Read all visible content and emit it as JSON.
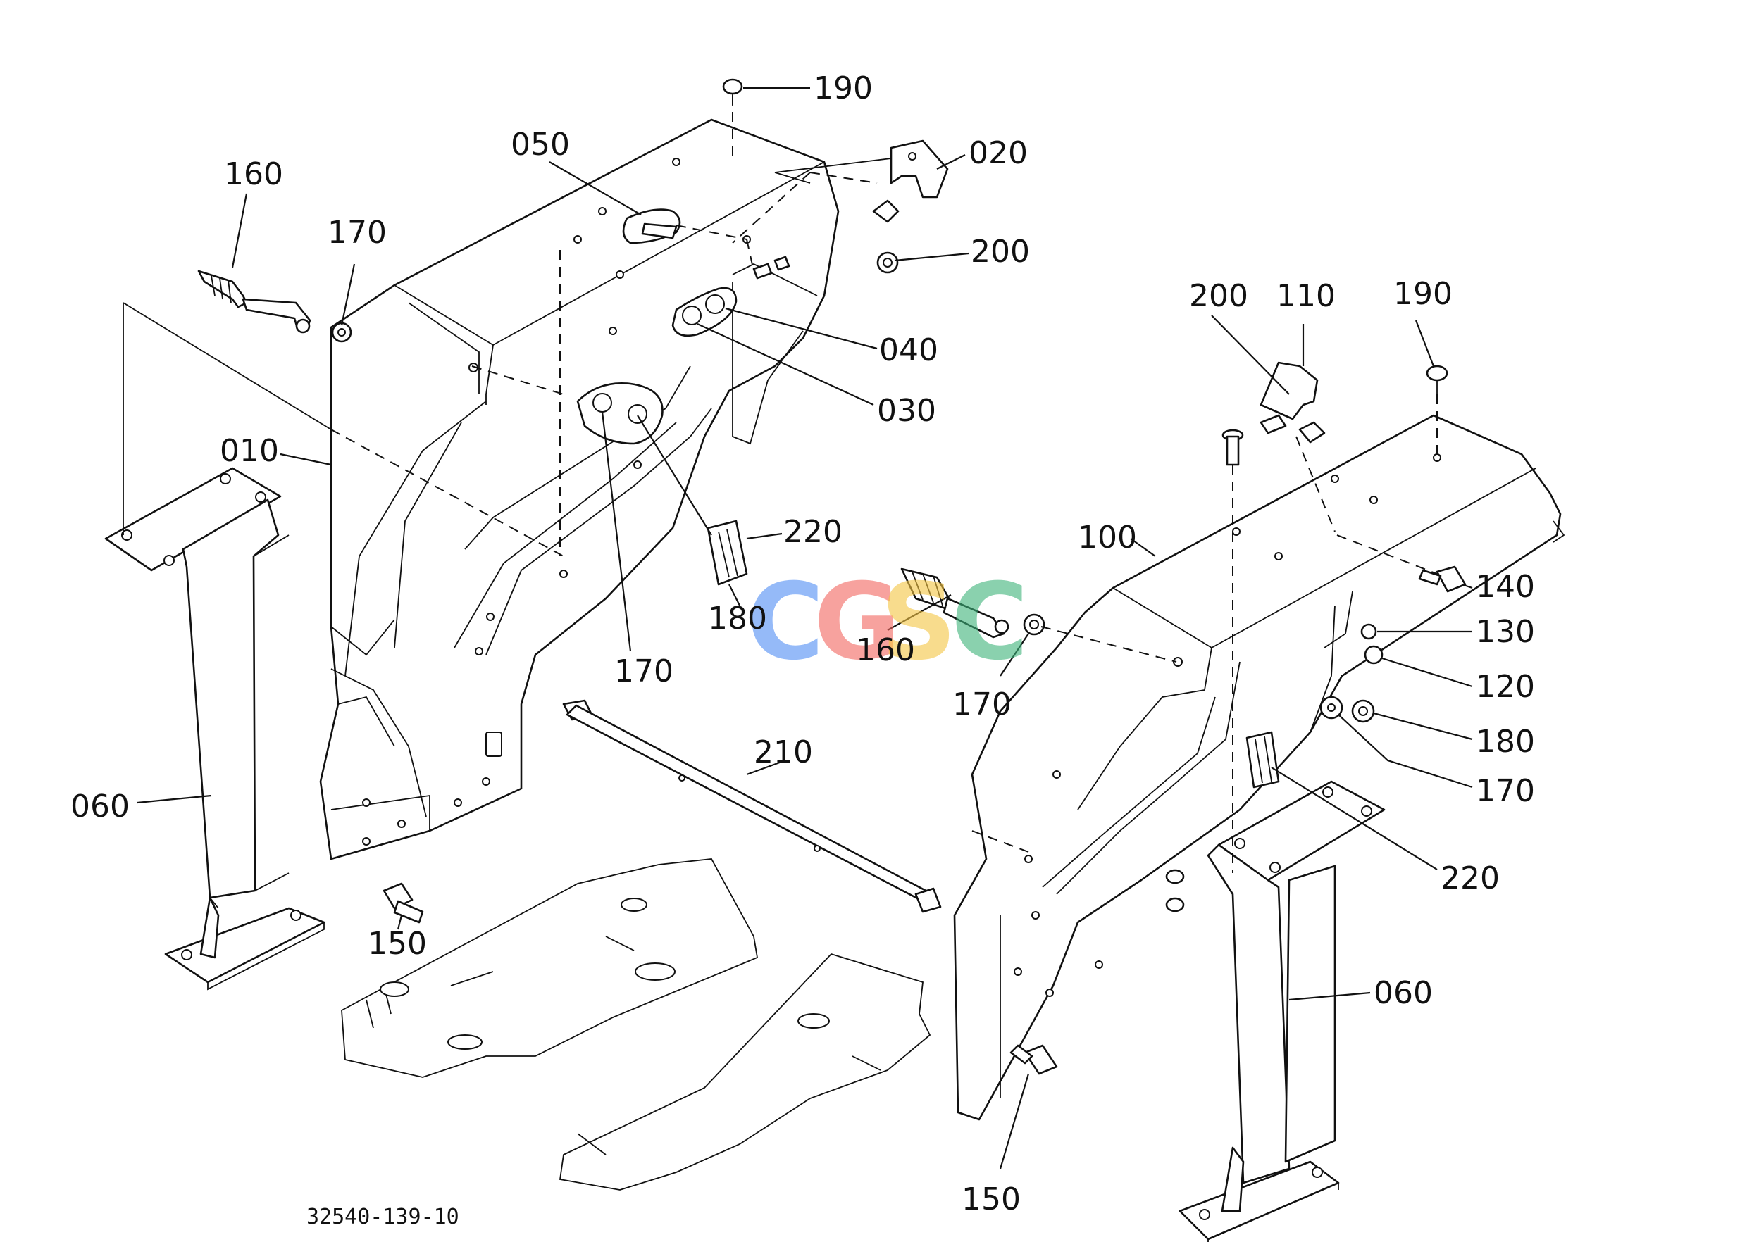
{
  "diagram": {
    "drawing_number": "32540-139-10",
    "watermark": {
      "letters": [
        {
          "char": "C",
          "color": "#4f8df5"
        },
        {
          "char": "G",
          "color": "#f2665e"
        },
        {
          "char": "S",
          "color": "#f5c542"
        },
        {
          "char": "C",
          "color": "#3db37a"
        }
      ]
    },
    "callouts": [
      {
        "id": "c190a",
        "label": "190"
      },
      {
        "id": "c020",
        "label": "020"
      },
      {
        "id": "c050",
        "label": "050"
      },
      {
        "id": "c160a",
        "label": "160"
      },
      {
        "id": "c170a",
        "label": "170"
      },
      {
        "id": "c200a",
        "label": "200"
      },
      {
        "id": "c040",
        "label": "040"
      },
      {
        "id": "c030",
        "label": "030"
      },
      {
        "id": "c010",
        "label": "010"
      },
      {
        "id": "c220a",
        "label": "220"
      },
      {
        "id": "c180a",
        "label": "180"
      },
      {
        "id": "c170b",
        "label": "170"
      },
      {
        "id": "c160b",
        "label": "160"
      },
      {
        "id": "c170c",
        "label": "170"
      },
      {
        "id": "c200b",
        "label": "200"
      },
      {
        "id": "c110",
        "label": "110"
      },
      {
        "id": "c190b",
        "label": "190"
      },
      {
        "id": "c100",
        "label": "100"
      },
      {
        "id": "c140",
        "label": "140"
      },
      {
        "id": "c130",
        "label": "130"
      },
      {
        "id": "c120",
        "label": "120"
      },
      {
        "id": "c180b",
        "label": "180"
      },
      {
        "id": "c170d",
        "label": "170"
      },
      {
        "id": "c220b",
        "label": "220"
      },
      {
        "id": "c210",
        "label": "210"
      },
      {
        "id": "c060a",
        "label": "060"
      },
      {
        "id": "c060b",
        "label": "060"
      },
      {
        "id": "c150a",
        "label": "150"
      },
      {
        "id": "c150b",
        "label": "150"
      }
    ]
  }
}
